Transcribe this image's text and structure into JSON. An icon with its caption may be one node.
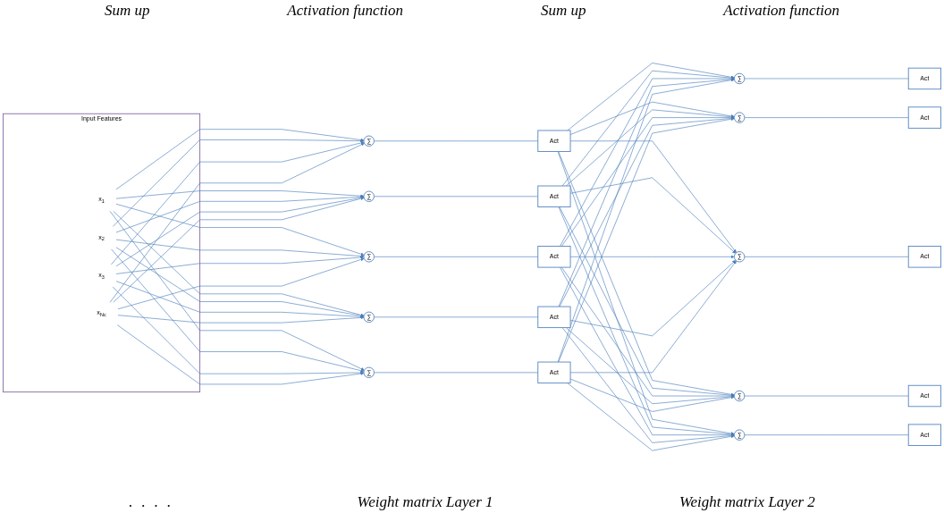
{
  "diagram": {
    "nodes": [
      {
        "text": [
          "Input Features"
        ]
      },
      {
        "text": [
          "x$_{1}$"
        ],
        "in": 0
      },
      {
        "text": [
          "x$_{2}$"
        ],
        "in": 0
      },
      {
        "text": [
          "x$_{3}$"
        ],
        "in": 0
      },
      {
        "text": [
          "x$_{Nc}$"
        ],
        "in": 0
      },
      {
        "text": [
          "∑"
        ]
      },
      {
        "text": [
          "∑"
        ]
      },
      {
        "text": [
          "∑"
        ]
      },
      {
        "text": [
          "∑"
        ]
      },
      {
        "text": [
          "∑"
        ]
      },
      {
        "text": [
          "Act"
        ]
      },
      {
        "text": [
          "Act"
        ]
      },
      {
        "text": [
          "Act"
        ]
      },
      {
        "text": [
          "Act"
        ]
      },
      {
        "text": [
          "Act"
        ]
      },
      {
        "text": [
          "∑"
        ]
      },
      {
        "text": [
          "∑"
        ]
      },
      {
        "text": [
          "∑"
        ]
      },
      {
        "text": [
          "∑"
        ]
      },
      {
        "text": [
          "∑"
        ]
      },
      {
        "text": [
          "Act"
        ]
      },
      {
        "text": [
          "Act"
        ]
      },
      {
        "text": [
          "Act"
        ]
      },
      {
        "text": [
          "Act"
        ]
      },
      {
        "text": [
          "Act"
        ]
      }
    ],
    "edges": [
      {
        "from": 1,
        "to": 5,
        "arrow": "to"
      },
      {
        "from": 1,
        "to": 6,
        "arrow": "to"
      },
      {
        "from": 1,
        "to": 7,
        "arrow": "to"
      },
      {
        "from": 1,
        "to": 8,
        "arrow": "to"
      },
      {
        "from": 1,
        "to": 9,
        "arrow": "to"
      },
      {
        "from": 2,
        "to": 5,
        "arrow": "to"
      },
      {
        "from": 2,
        "to": 6,
        "arrow": "to"
      },
      {
        "from": 2,
        "to": 7,
        "arrow": "to"
      },
      {
        "from": 2,
        "to": 8,
        "arrow": "to"
      },
      {
        "from": 2,
        "to": 9,
        "arrow": "to"
      },
      {
        "from": 3,
        "to": 5,
        "arrow": "to"
      },
      {
        "from": 3,
        "to": 6,
        "arrow": "to"
      },
      {
        "from": 3,
        "to": 7,
        "arrow": "to"
      },
      {
        "from": 3,
        "to": 8,
        "arrow": "to"
      },
      {
        "from": 3,
        "to": 9,
        "arrow": "to"
      },
      {
        "from": 4,
        "to": 5,
        "arrow": "to"
      },
      {
        "from": 4,
        "to": 6,
        "arrow": "to"
      },
      {
        "from": 4,
        "to": 7,
        "arrow": "to"
      },
      {
        "from": 4,
        "to": 8,
        "arrow": "to"
      },
      {
        "from": 4,
        "to": 9,
        "arrow": "to"
      },
      {
        "from": 5,
        "to": 10,
        "arrow": "none"
      },
      {
        "from": 6,
        "to": 11,
        "arrow": "none"
      },
      {
        "from": 7,
        "to": 12,
        "arrow": "none"
      },
      {
        "from": 8,
        "to": 13,
        "arrow": "none"
      },
      {
        "from": 9,
        "to": 14,
        "arrow": "none"
      },
      {
        "from": 10,
        "to": 15,
        "arrow": "to"
      },
      {
        "from": 10,
        "to": 16,
        "arrow": "to"
      },
      {
        "from": 10,
        "to": 17,
        "arrow": "to"
      },
      {
        "from": 10,
        "to": 18,
        "arrow": "to"
      },
      {
        "from": 10,
        "to": 19,
        "arrow": "to"
      },
      {
        "from": 11,
        "to": 15,
        "arrow": "to"
      },
      {
        "from": 11,
        "to": 16,
        "arrow": "to"
      },
      {
        "from": 11,
        "to": 17,
        "arrow": "to"
      },
      {
        "from": 11,
        "to": 18,
        "arrow": "to"
      },
      {
        "from": 11,
        "to": 19,
        "arrow": "to"
      },
      {
        "from": 12,
        "to": 15,
        "arrow": "to"
      },
      {
        "from": 12,
        "to": 16,
        "arrow": "to"
      },
      {
        "from": 12,
        "to": 17,
        "arrow": "to"
      },
      {
        "from": 12,
        "to": 18,
        "arrow": "to"
      },
      {
        "from": 12,
        "to": 19,
        "arrow": "to"
      },
      {
        "from": 13,
        "to": 15,
        "arrow": "to"
      },
      {
        "from": 13,
        "to": 16,
        "arrow": "to"
      },
      {
        "from": 13,
        "to": 17,
        "arrow": "to"
      },
      {
        "from": 13,
        "to": 18,
        "arrow": "to"
      },
      {
        "from": 13,
        "to": 19,
        "arrow": "to"
      },
      {
        "from": 14,
        "to": 15,
        "arrow": "to"
      },
      {
        "from": 14,
        "to": 16,
        "arrow": "to"
      },
      {
        "from": 14,
        "to": 17,
        "arrow": "to"
      },
      {
        "from": 14,
        "to": 18,
        "arrow": "to"
      },
      {
        "from": 14,
        "to": 19,
        "arrow": "to"
      },
      {
        "from": 15,
        "to": 20,
        "arrow": "none"
      },
      {
        "from": 16,
        "to": 21,
        "arrow": "none"
      },
      {
        "from": 17,
        "to": 22,
        "arrow": "none"
      },
      {
        "from": 18,
        "to": 23,
        "arrow": "none"
      },
      {
        "from": 19,
        "to": 24,
        "arrow": "none"
      }
    ],
    "labels": [
      "Sum up",
      "Activation function",
      "Sum up",
      "Activation function",
      ".",
      ".",
      ".",
      ".",
      "Weight matrix Layer 1",
      "Weight matrix Layer 2"
    ]
  }
}
